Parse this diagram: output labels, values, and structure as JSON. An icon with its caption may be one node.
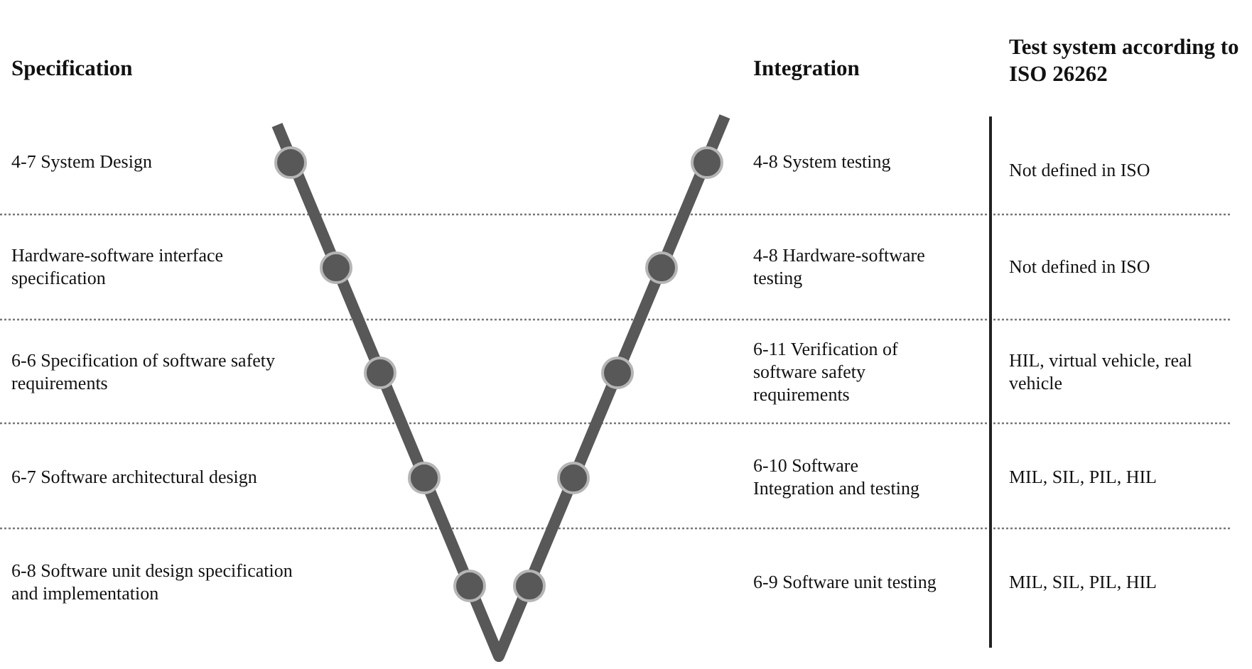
{
  "diagram": {
    "nodes": [
      {
        "text": [],
        "shape": "circle"
      },
      {
        "text": [],
        "shape": "circle"
      },
      {
        "text": [],
        "shape": "circle"
      },
      {
        "text": [],
        "shape": "circle"
      },
      {
        "text": [],
        "shape": "circle"
      },
      {
        "text": [],
        "shape": "circle"
      },
      {
        "text": [],
        "shape": "circle"
      },
      {
        "text": [],
        "shape": "circle"
      },
      {
        "text": [],
        "shape": "circle"
      },
      {
        "text": [],
        "shape": "circle"
      }
    ],
    "labels": [
      "Specification",
      "Integration",
      "Test system according to ISO 26262",
      "4-7 System Design",
      "4-8 System testing",
      "Not defined in ISO",
      "Hardware-software interface specification",
      "4-8 Hardware-software testing",
      "Not defined in ISO",
      "6-6 Specification of software safety requirements",
      "6-11 Verification of software safety requirements",
      "HIL, virtual vehicle, real vehicle",
      "6-7 Software architectural design",
      "6-10 Software Integration and testing",
      "MIL, SIL, PIL, HIL",
      "6-8 Software unit design specification and implementation",
      "6-9 Software unit testing",
      "MIL, SIL, PIL, HIL"
    ]
  }
}
